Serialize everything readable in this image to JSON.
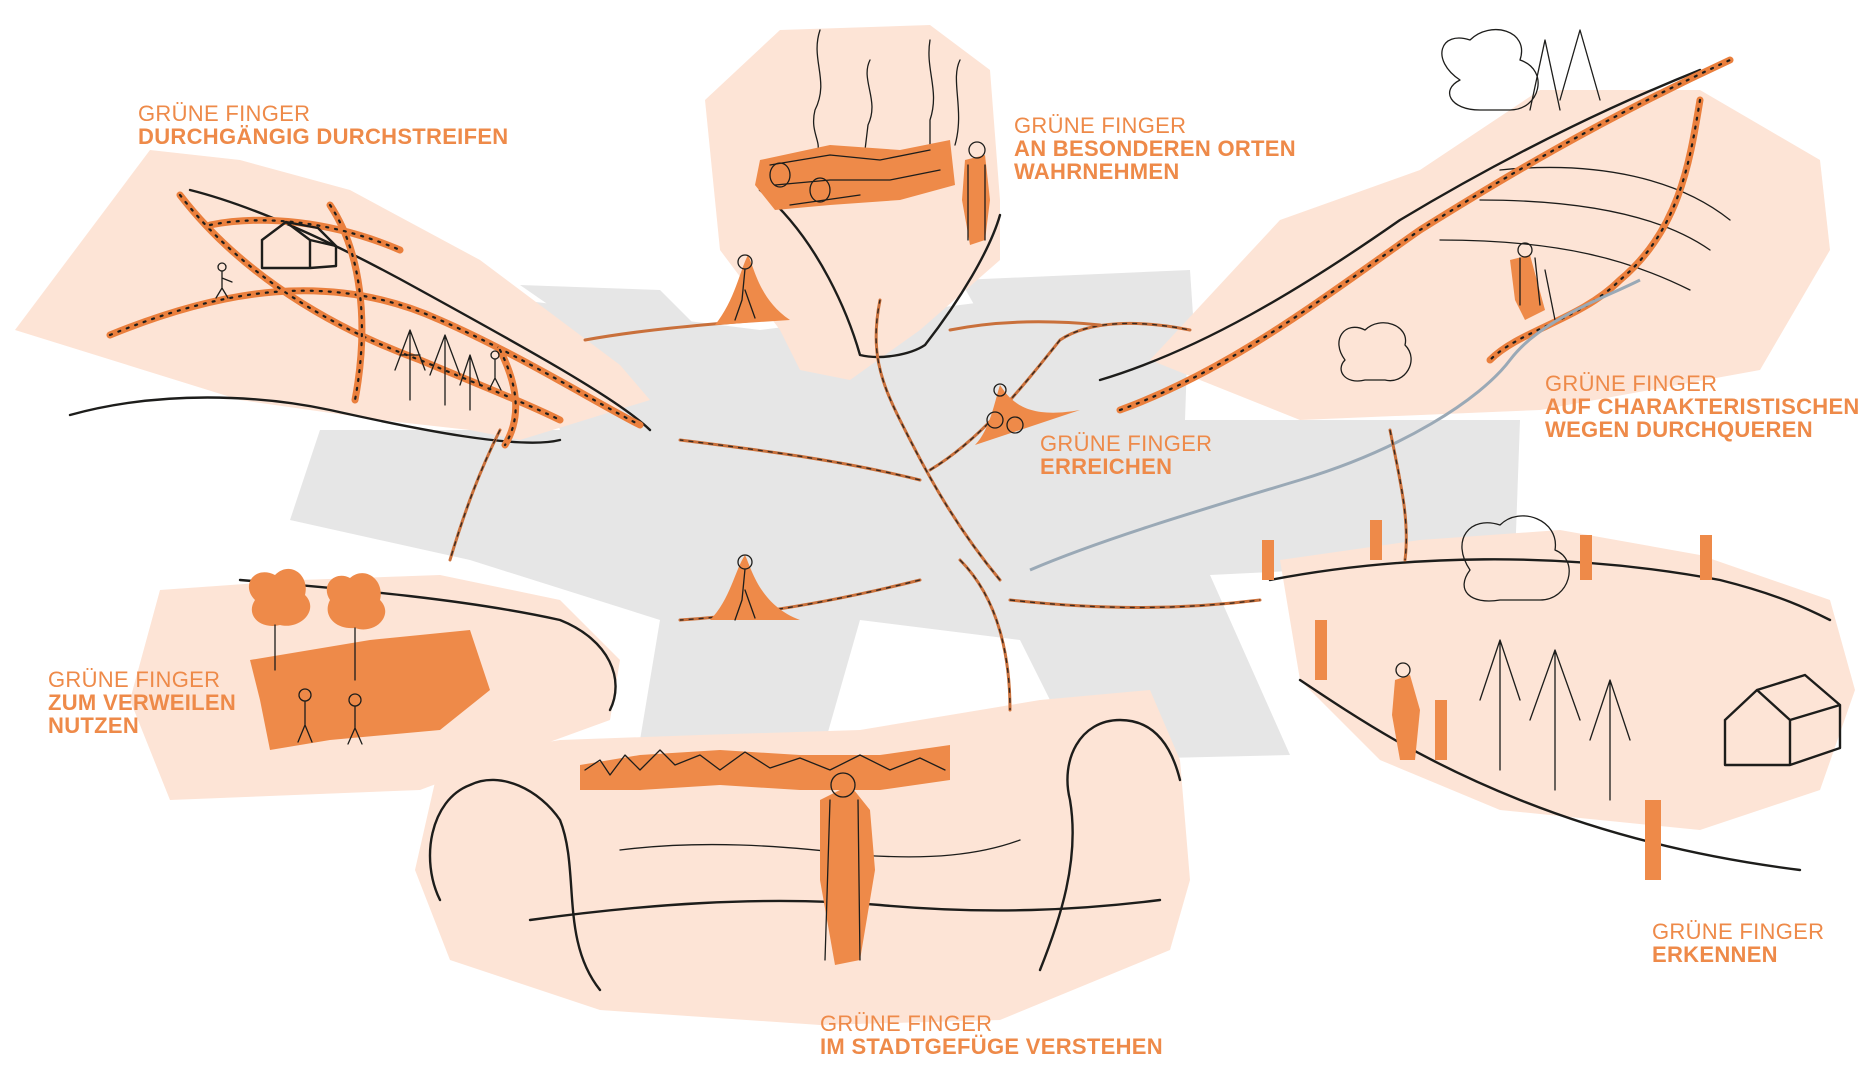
{
  "colors": {
    "accent": "#ee8a49",
    "panel": "#fde4d6",
    "center_gray": "#e6e6e6",
    "ink": "#1d1d1b",
    "river": "#9aa9b6"
  },
  "labels": {
    "durchstreifen": {
      "line1": "GRÜNE FINGER",
      "line2": "DURCHGÄNGIG DURCHSTREIFEN"
    },
    "orte": {
      "line1": "GRÜNE FINGER",
      "line2": "AN BESONDEREN ORTEN",
      "line3": "WAHRNEHMEN"
    },
    "queren": {
      "line1": "GRÜNE FINGER",
      "line2": "AUF CHARAKTERISTISCHEN",
      "line3": "WEGEN DURCHQUEREN"
    },
    "erreichen": {
      "line1": "GRÜNE FINGER",
      "line2": "ERREICHEN"
    },
    "verweilen": {
      "line1": "GRÜNE FINGER",
      "line2": "ZUM VERWEILEN",
      "line3": "NUTZEN"
    },
    "erkennen": {
      "line1": "GRÜNE FINGER",
      "line2": "ERKENNEN"
    },
    "verstehen": {
      "line1": "GRÜNE FINGER",
      "line2": "IM STADTGEFÜGE VERSTEHEN"
    }
  },
  "icons": [
    "house-icon",
    "tree-cluster-icon",
    "hiker-icon",
    "cyclist-icon",
    "walker-icon",
    "log-pile-icon",
    "person-icon",
    "fence-post-icon",
    "skyline-icon"
  ]
}
